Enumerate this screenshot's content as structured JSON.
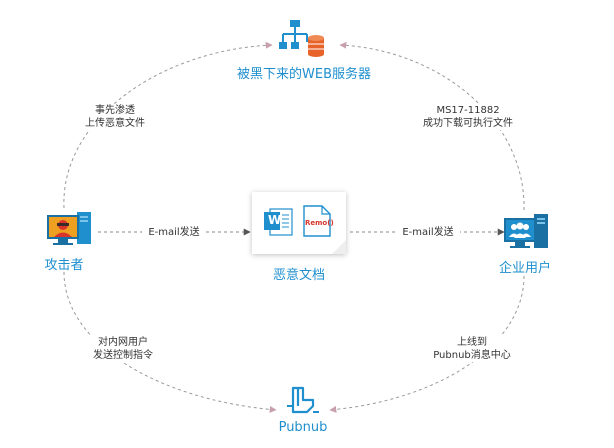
{
  "nodes": {
    "server": {
      "label": "被黑下来的WEB服务器",
      "icon": "server-network-database-icon"
    },
    "attacker": {
      "label": "攻击者",
      "icon": "hacker-computer-icon"
    },
    "document": {
      "label": "恶意文档",
      "word_letter": "W",
      "attachment_text": "Remo()",
      "icon": "word-document-icon"
    },
    "enterprise": {
      "label": "企业用户",
      "icon": "user-group-computer-icon"
    },
    "pubnub": {
      "label": "Pubnub",
      "icon": "pubnub-logo-icon"
    }
  },
  "edges": {
    "attacker_to_server": {
      "lines": [
        "事先渗透",
        "上传恶意文件"
      ]
    },
    "enterprise_to_server": {
      "lines": [
        "MS17-11882",
        "成功下载可执行文件"
      ]
    },
    "attacker_to_doc": {
      "label": "E-mail发送"
    },
    "doc_to_enterprise": {
      "label": "E-mail发送"
    },
    "attacker_to_pubnub": {
      "lines": [
        "对内网用户",
        "发送控制指令"
      ]
    },
    "enterprise_to_pubnub": {
      "lines": [
        "上线到",
        "Pubnub消息中心"
      ]
    }
  },
  "colors": {
    "accent_blue": "#1f8fce",
    "dashed_line": "#999999",
    "arrow_dark": "#555555",
    "arc_arrow": "#c8a0ad",
    "database_orange": "#e8632a",
    "hacker_orange": "#f0a020",
    "hacker_red": "#d9352a"
  }
}
